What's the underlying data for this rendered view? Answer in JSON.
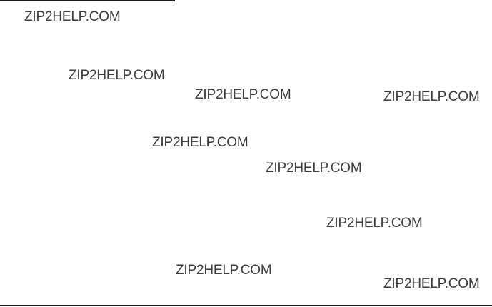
{
  "watermark": {
    "text": "ZIP2HELP.COM",
    "instances": [
      {
        "text": "ZIP2HELP.COM"
      },
      {
        "text": "ZIP2HELP.COM"
      },
      {
        "text": "ZIP2HELP.COM"
      },
      {
        "text": "ZIP2HELP.COM"
      },
      {
        "text": "ZIP2HELP.COM"
      },
      {
        "text": "ZIP2HELP.COM"
      },
      {
        "text": "ZIP2HELP.COM"
      },
      {
        "text": "ZIP2HELP.COM"
      },
      {
        "text": "ZIP2HELP.COM"
      }
    ]
  },
  "colors": {
    "background": "#ffffff",
    "text": "#3c3c3c",
    "rule": "#1a1a1a"
  }
}
